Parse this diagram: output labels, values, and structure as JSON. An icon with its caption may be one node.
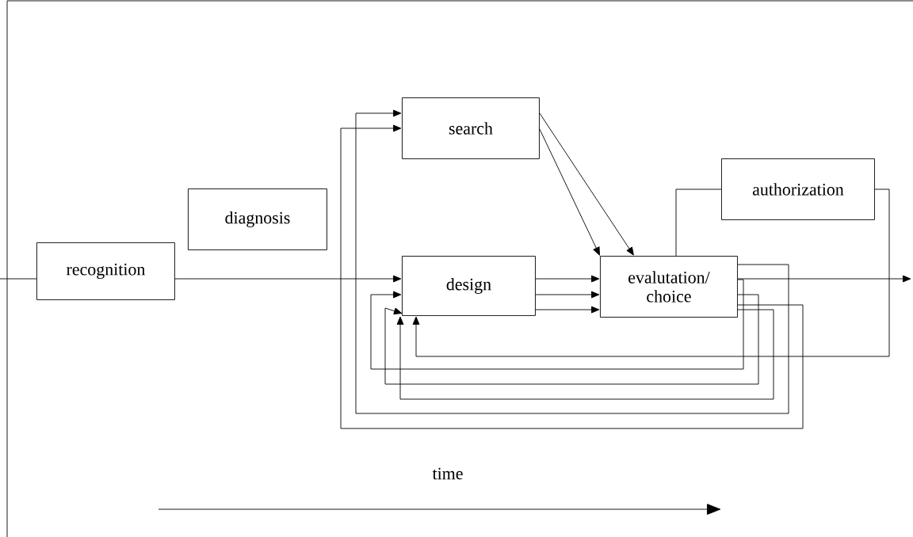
{
  "diagram": {
    "nodes": [
      {
        "text": [
          "recognition"
        ]
      },
      {
        "text": [
          "diagnosis"
        ]
      },
      {
        "text": [
          "search"
        ]
      },
      {
        "text": [
          "design"
        ]
      },
      {
        "text": [
          "evalutation/ choice"
        ]
      },
      {
        "text": [
          "authorization"
        ]
      }
    ],
    "edges": [
      {
        "from": null,
        "to": 0,
        "arrow": "none"
      },
      {
        "from": 0,
        "to": 3,
        "arrow": "to"
      },
      {
        "from": 3,
        "to": 4,
        "arrow": "to"
      },
      {
        "from": 3,
        "to": 4,
        "arrow": "to"
      },
      {
        "from": 3,
        "to": 4,
        "arrow": "to"
      },
      {
        "from": 2,
        "to": 4,
        "arrow": "to"
      },
      {
        "from": 2,
        "to": 4,
        "arrow": "to"
      },
      {
        "from": 4,
        "to": null,
        "arrow": "to"
      },
      {
        "from": 4,
        "to": 5,
        "arrow": "none"
      },
      {
        "from": 5,
        "to": 3,
        "arrow": "to"
      },
      {
        "from": 4,
        "to": 2,
        "arrow": "to"
      },
      {
        "from": 4,
        "to": 3,
        "arrow": "to"
      },
      {
        "from": 4,
        "to": 3,
        "arrow": "to"
      },
      {
        "from": 4,
        "to": 2,
        "arrow": "to"
      },
      {
        "from": 4,
        "to": 3,
        "arrow": "to"
      }
    ],
    "labels": [
      "time"
    ]
  }
}
